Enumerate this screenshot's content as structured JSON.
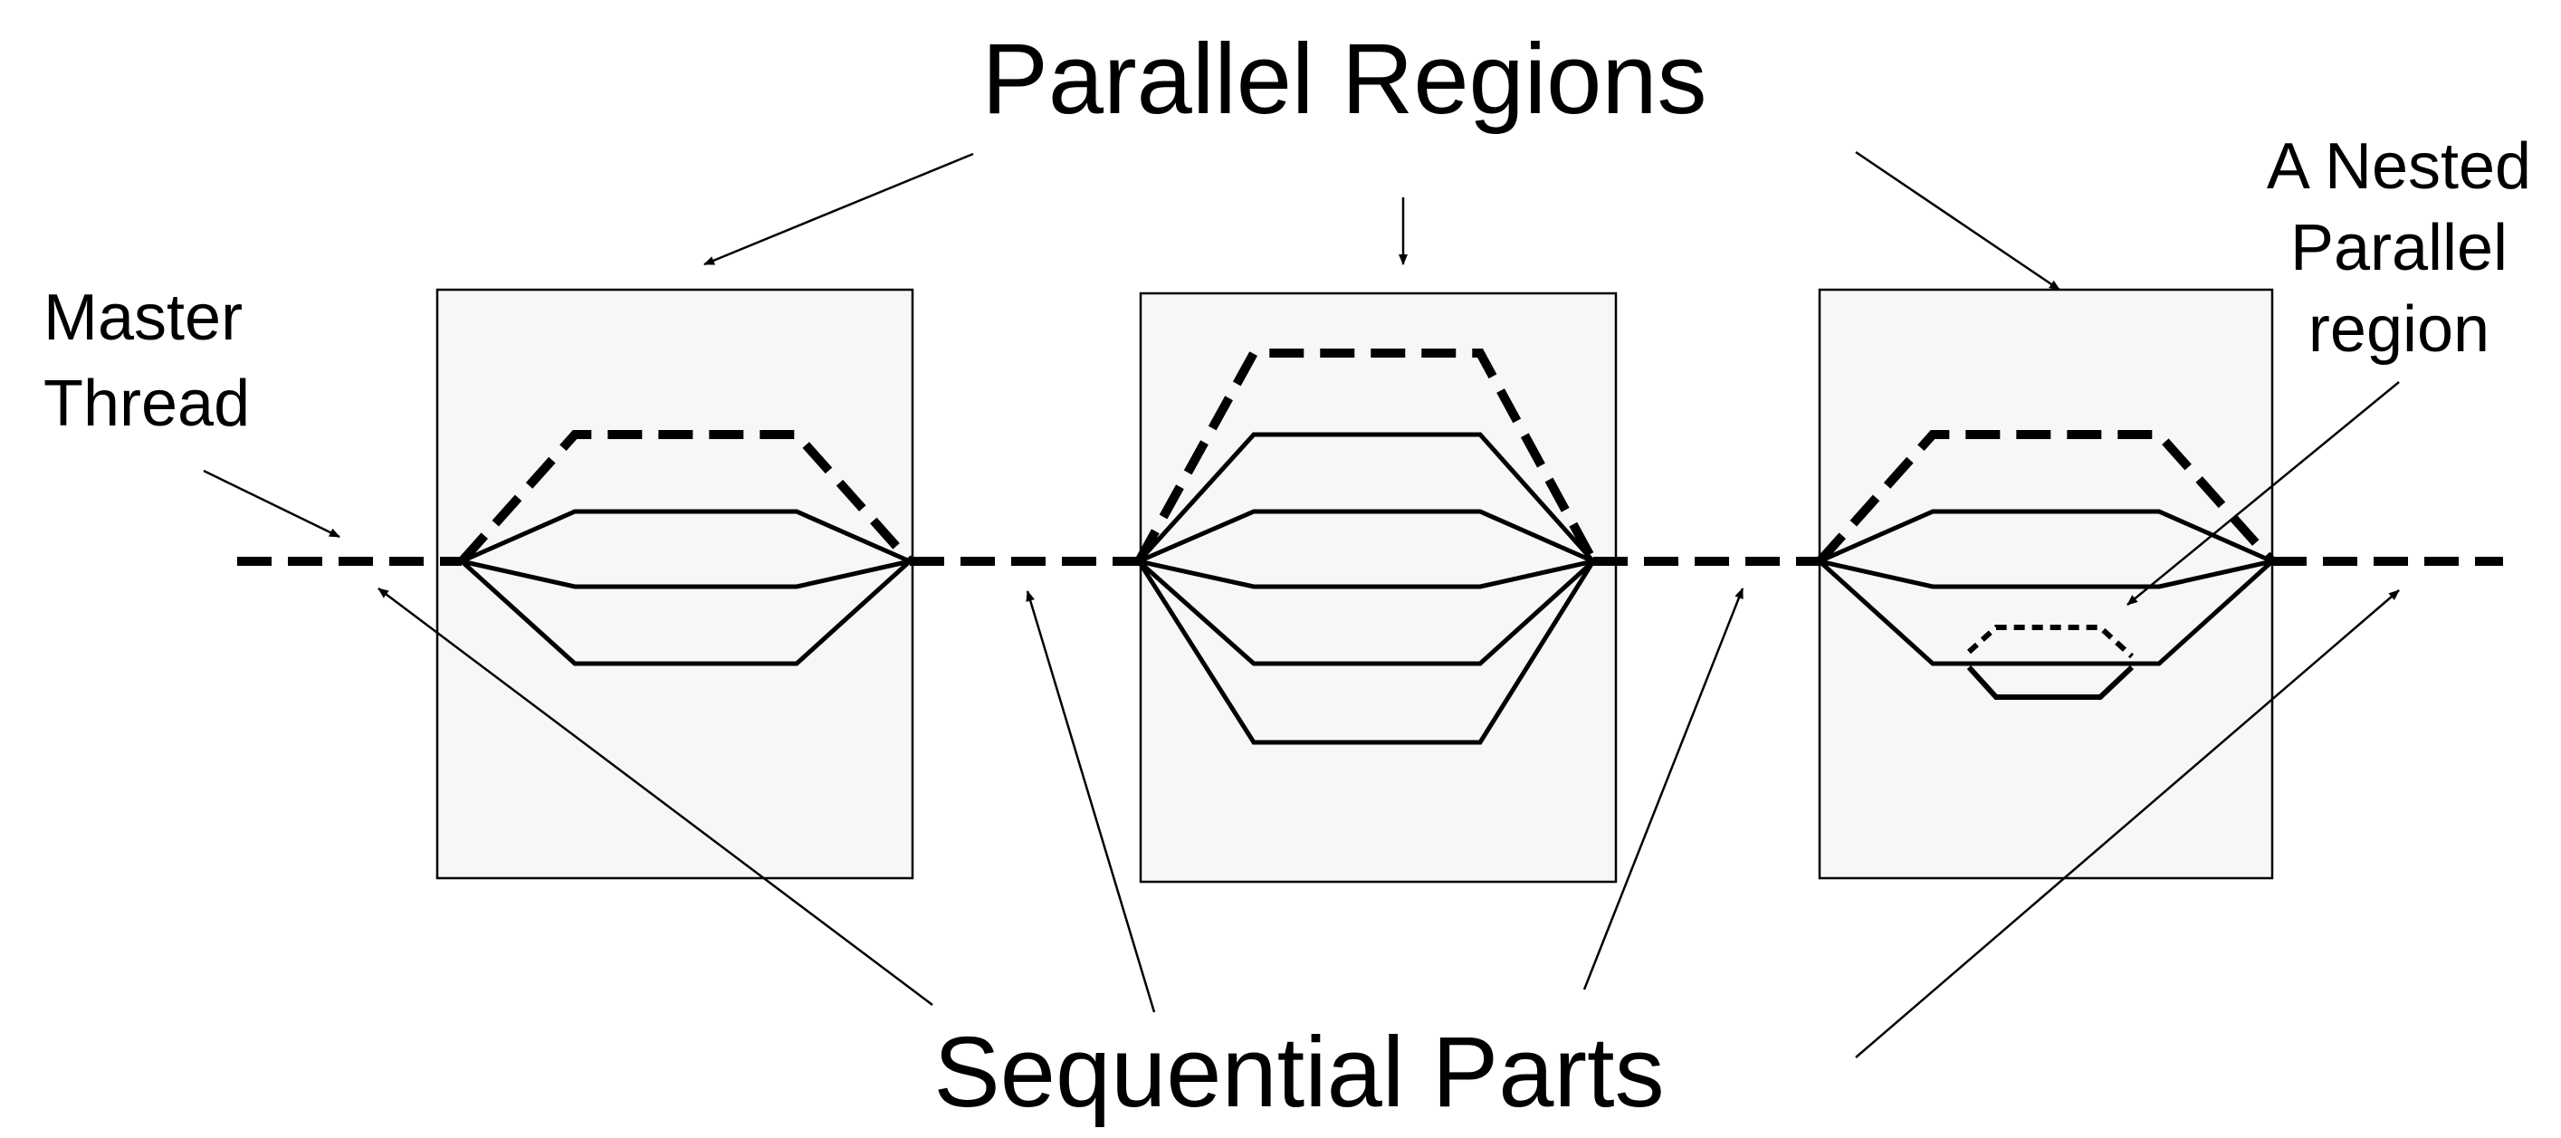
{
  "title": "Parallel Regions",
  "bottom_label": "Sequential Parts",
  "master_label": [
    "Master",
    "Thread"
  ],
  "nested_label": [
    "A Nested",
    "Parallel",
    "region"
  ],
  "colors": {
    "background": "#ffffff",
    "region_fill": "#f7f7f7",
    "ink": "#000000"
  }
}
